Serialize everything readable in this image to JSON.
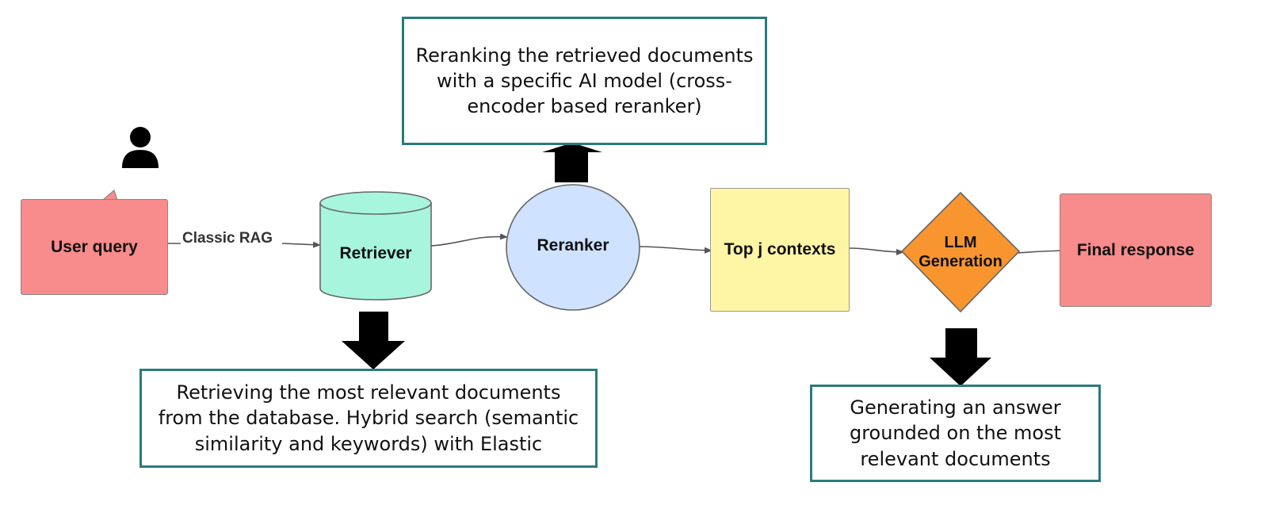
{
  "nodes": {
    "user_query": {
      "label": "User query",
      "color": "#f88b8b"
    },
    "retriever": {
      "label": "Retriever",
      "color": "#a7f5dc"
    },
    "reranker": {
      "label": "Reranker",
      "color": "#cfe2ff"
    },
    "top_contexts": {
      "label": "Top j contexts",
      "color": "#fff6a5"
    },
    "llm_generation": {
      "label": "LLM Generation",
      "color": "#f8952f"
    },
    "final_response": {
      "label": "Final response",
      "color": "#f88b8b"
    }
  },
  "edges": {
    "classic_rag_label": "Classic RAG"
  },
  "notes": {
    "reranker_note": "Reranking the retrieved documents with a specific AI model (cross-encoder based reranker)",
    "retriever_note": "Retrieving the most relevant documents from the database. Hybrid search (semantic similarity and keywords) with Elastic",
    "generation_note": "Generating an answer grounded on the most relevant documents"
  },
  "icons": {
    "user": "user-icon"
  },
  "colors": {
    "note_border": "#2a7b7b",
    "arrow_fill": "#000000",
    "connector": "#555555"
  }
}
